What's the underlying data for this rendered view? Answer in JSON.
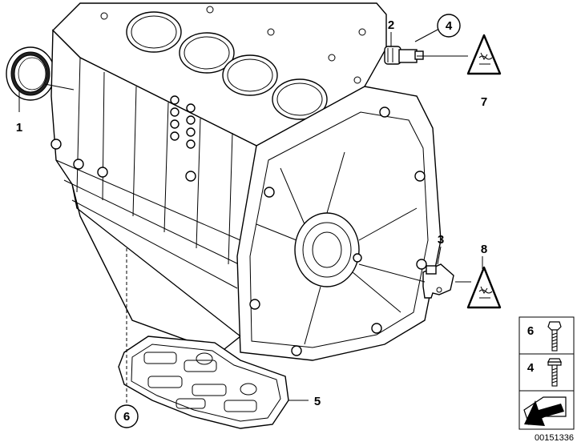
{
  "callouts": {
    "c1": "1",
    "c2": "2",
    "c3": "3",
    "c4": "4",
    "c5": "5",
    "c6": "6",
    "c7": "7",
    "c8": "8"
  },
  "fastener_legend": {
    "row1": "6",
    "row2": "4"
  },
  "drawing_number": "00151336",
  "icons": {
    "warning": "hot-surface-warning-icon",
    "arrow": "direction-arrow-icon"
  }
}
